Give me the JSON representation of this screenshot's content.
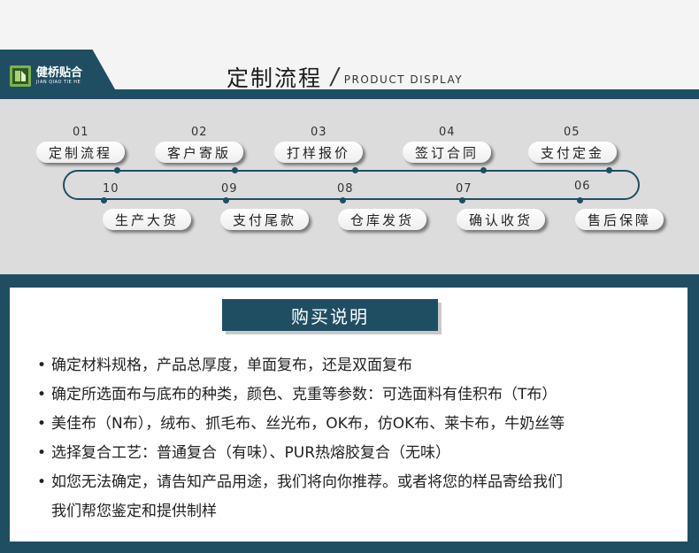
{
  "header": {
    "brand_cn": "健桥贴合",
    "brand_en": "JIAN QIAO TIE HE",
    "title_cn": "定制流程",
    "title_en": "PRODUCT DISPLAY"
  },
  "flow": {
    "top": [
      {
        "num": "01",
        "label": "定制流程"
      },
      {
        "num": "02",
        "label": "客户寄版"
      },
      {
        "num": "03",
        "label": "打样报价"
      },
      {
        "num": "04",
        "label": "签订合同"
      },
      {
        "num": "05",
        "label": "支付定金"
      }
    ],
    "bottom": [
      {
        "num": "10",
        "label": "生产大货"
      },
      {
        "num": "09",
        "label": "支付尾款"
      },
      {
        "num": "08",
        "label": "仓库发货"
      },
      {
        "num": "07",
        "label": "确认收货"
      },
      {
        "num": "06",
        "label": "售后保障"
      }
    ]
  },
  "purchase": {
    "title": "购买说明",
    "items": [
      "确定材料规格，产品总厚度，单面复布，还是双面复布",
      "确定所选面布与底布的种类，颜色、克重等参数：可选面料有佳积布（T布）",
      "美佳布（N布），绒布、抓毛布、丝光布，OK布，仿OK布、莱卡布，牛奶丝等",
      "选择复合工艺：普通复合（有味）、PUR热熔胶复合（无味）",
      "如您无法确定，请告知产品用途，我们将向你推荐。或者将您的样品寄给我们"
    ],
    "item5_line2": "我们帮您鉴定和提供制样"
  },
  "colors": {
    "accent": "#1f4e63",
    "flow_bg": "#dcdcdc",
    "header_bg": "#f4f4f4"
  }
}
